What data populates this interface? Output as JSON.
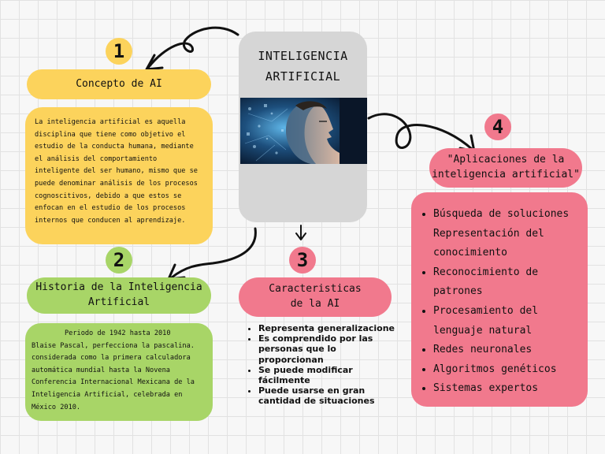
{
  "center": {
    "title_line1": "INTELIGENCIA",
    "title_line2": "ARTIFICIAL",
    "image_icon": "ai-head-image"
  },
  "section1": {
    "number": "1",
    "title": "Concepto de AI",
    "text": "La inteligencia artificial es aquella disciplina que tiene como objetivo el estudio de la conducta humana, mediante el análisis del comportamiento inteligente del ser humano, mismo que se puede denominar análisis de los procesos cognoscitivos, debido a que estos se enfocan en el estudio de los procesos internos que conducen al aprendizaje."
  },
  "section2": {
    "number": "2",
    "title_line1": "Historia de la Inteligencia",
    "title_line2": "Artificial",
    "text_p1": "Periodo de 1942 hasta 2010",
    "text_p2": "Blaise Pascal, perfecciona la pascalina. considerada como la primera calculadora automática mundial hasta la Novena Conferencia Internacional Mexicana de la Inteligencia Artificial, celebrada en México 2010."
  },
  "section3": {
    "number": "3",
    "title_line1": "Caracteristicas",
    "title_line2": "de la AI",
    "items": [
      "Representa generalizacione",
      "Es comprendido por las personas que lo proporcionan",
      "Se puede modificar fácilmente",
      "Puede usarse en gran cantidad de situaciones"
    ]
  },
  "section4": {
    "number": "4",
    "title_line1": "\"Aplicaciones de la",
    "title_line2": "inteligencia artificial\"",
    "items": [
      "Búsqueda de soluciones Representación del conocimiento",
      "Reconocimiento de patrones",
      "Procesamiento del lenguaje natural",
      "Redes neuronales",
      "Algoritmos genéticos",
      "Sistemas expertos"
    ]
  },
  "colors": {
    "yellow": "#fcd35c",
    "green": "#a8d567",
    "pink": "#f1798d",
    "center_card": "#d6d6d6"
  }
}
